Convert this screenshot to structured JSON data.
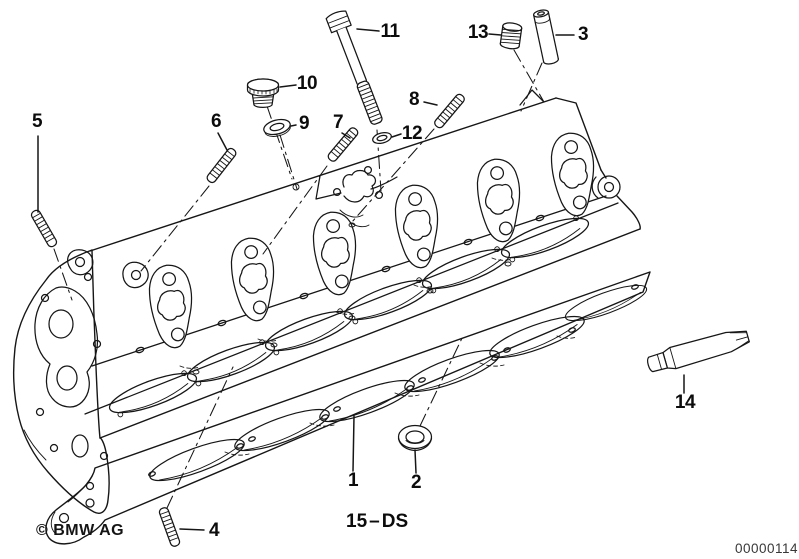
{
  "figure": {
    "copyright": "© BMW AG",
    "drawing_number": "00000114",
    "part_group": {
      "number": "15",
      "separator": "–",
      "code": "DS"
    }
  },
  "callouts": {
    "c1": "1",
    "c2": "2",
    "c3": "3",
    "c4": "4",
    "c5": "5",
    "c6": "6",
    "c7": "7",
    "c8": "8",
    "c9": "9",
    "c10": "10",
    "c11": "11",
    "c12": "12",
    "c13": "13",
    "c14": "14"
  },
  "colors": {
    "line": "#161616",
    "background": "#ffffff",
    "muted_text": "#383838"
  }
}
